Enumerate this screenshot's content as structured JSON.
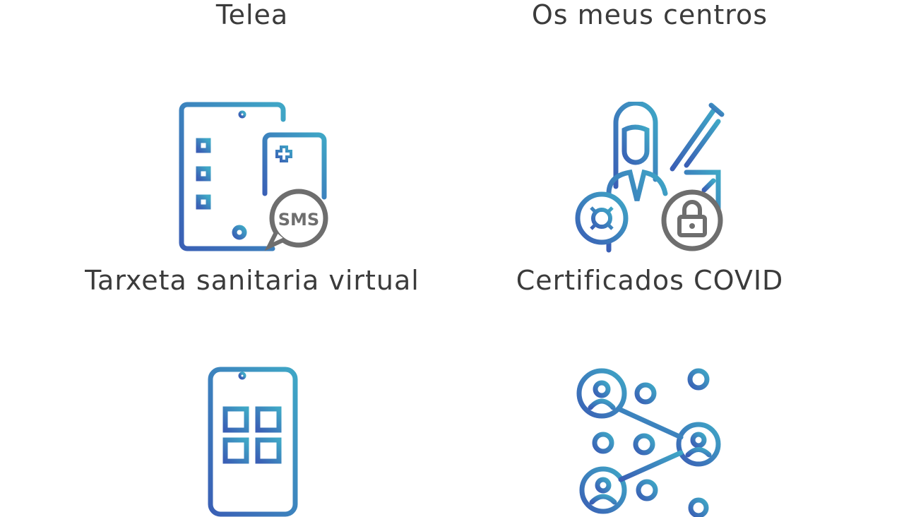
{
  "tiles": [
    {
      "label": "Telea",
      "icon": "video-consult-icon"
    },
    {
      "label": "Os meus centros",
      "icon": "health-centers-icon"
    },
    {
      "label": "Tarxeta sanitaria virtual",
      "icon": "virtual-health-card-sms-icon"
    },
    {
      "label": "Certificados COVID",
      "icon": "covid-certificate-icon"
    },
    {
      "label": "",
      "icon": "mobile-apps-icon"
    },
    {
      "label": "",
      "icon": "network-people-icon"
    }
  ],
  "icon_text": {
    "sms": "SMS"
  },
  "colors": {
    "blue": "#3a63b8",
    "teal": "#3ba3c4",
    "gray": "#6e6e6e",
    "text": "#3b3b3b"
  }
}
